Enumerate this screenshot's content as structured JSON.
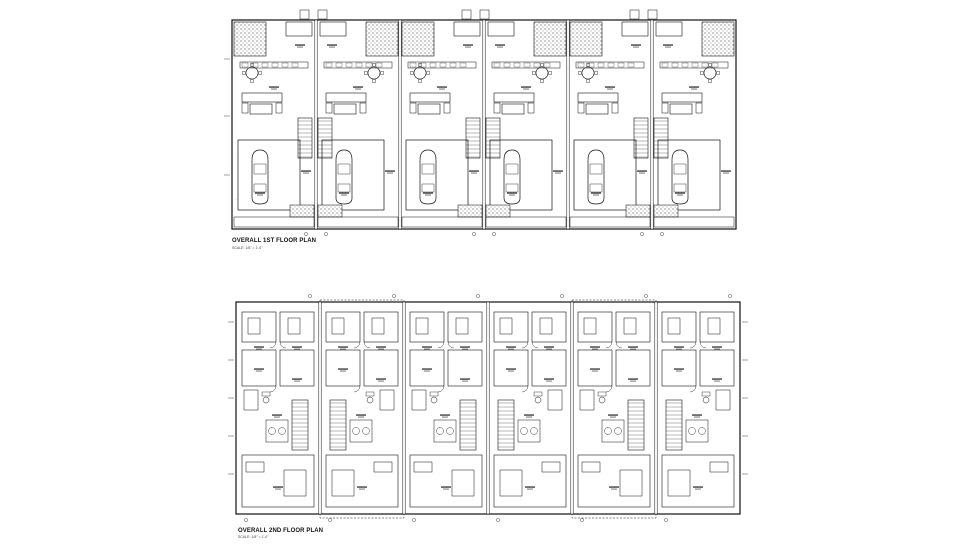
{
  "plans": [
    {
      "id": "first-floor",
      "title": "OVERALL 1ST FLOOR PLAN",
      "scale": "SCALE: 1/8\" = 1'-0\"",
      "units": 6
    },
    {
      "id": "second-floor",
      "title": "OVERALL 2ND FLOOR PLAN",
      "scale": "SCALE: 1/8\" = 1'-0\"",
      "units": 6
    }
  ],
  "colors": {
    "ink": "#111111",
    "hatch": "#555555",
    "paper": "#ffffff"
  }
}
